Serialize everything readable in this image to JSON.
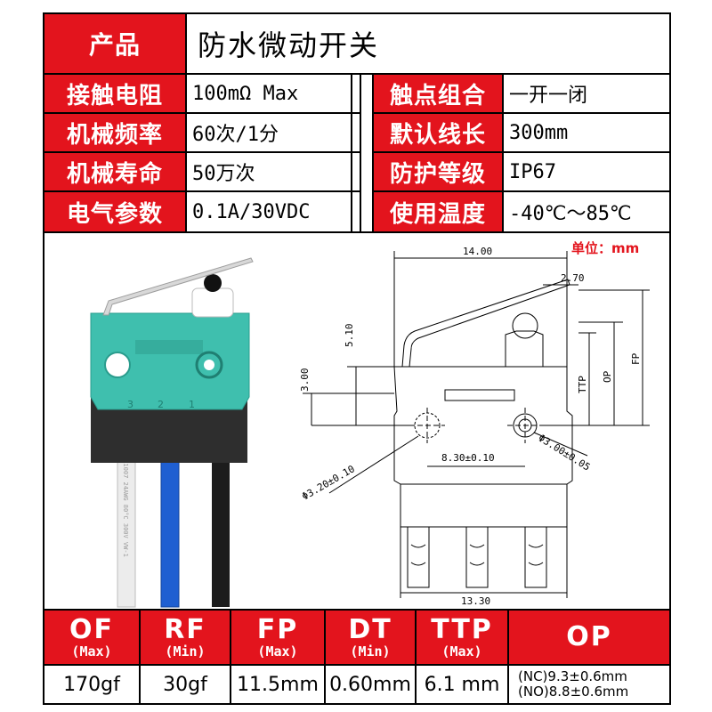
{
  "header": {
    "product_label": "产品",
    "product_value": "防水微动开关"
  },
  "specs": {
    "left": [
      {
        "label": "接触电阻",
        "value": "100mΩ  Max"
      },
      {
        "label": "机械频率",
        "value": "60次/1分"
      },
      {
        "label": "机械寿命",
        "value": "50万次"
      },
      {
        "label": "电气参数",
        "value": "0.1A/30VDC"
      }
    ],
    "right": [
      {
        "label": "触点组合",
        "value": "一开一闭"
      },
      {
        "label": "默认线长",
        "value": "300mm"
      },
      {
        "label": "防护等级",
        "value": "IP67"
      },
      {
        "label": "使用温度",
        "value": "-40℃～85℃"
      }
    ]
  },
  "drawing": {
    "unit": "单位：mm",
    "dims": {
      "width": "14.00",
      "lever_offset": "2.70",
      "height_510": "5.10",
      "height_300": "3.00",
      "hole_spacing": "8.30±0.10",
      "hole_left": "Φ3.20±0.10",
      "hole_right": "Φ3.00±0.05",
      "bottom_width": "13.30",
      "fp": "FP",
      "op": "OP",
      "ttp": "TTP"
    },
    "pins": [
      "3",
      "2",
      "1"
    ],
    "wire_print": "UL1007 24AWG 80°C 300V VW-1"
  },
  "bottom": {
    "headers": [
      {
        "name": "OF",
        "sub": "(Max)"
      },
      {
        "name": "RF",
        "sub": "(Min)"
      },
      {
        "name": "FP",
        "sub": "(Max)"
      },
      {
        "name": "DT",
        "sub": "(Min)"
      },
      {
        "name": "TTP",
        "sub": "(Max)"
      },
      {
        "name": "OP",
        "sub": ""
      }
    ],
    "values": [
      "170gf",
      "30gf",
      "11.5mm",
      "0.60mm",
      "6.1 mm"
    ],
    "op_nc": "(NC)9.3±0.6mm",
    "op_no": "(NO)8.8±0.6mm"
  },
  "colors": {
    "accent": "#e3141d",
    "housing": "#3fbfae",
    "base": "#2e2e2e"
  }
}
